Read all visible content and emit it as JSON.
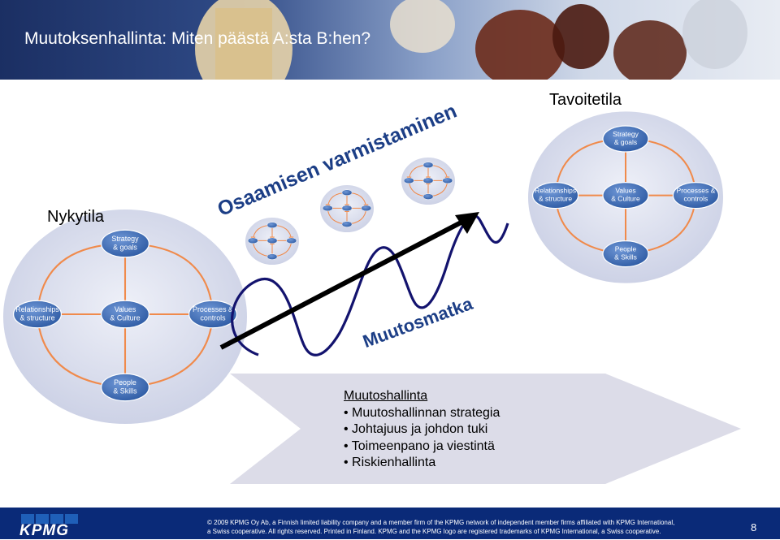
{
  "header": {
    "title": "Muutoksenhallinta: Miten päästä A:sta B:hen?"
  },
  "labels": {
    "current_state": "Nykytila",
    "target_state": "Tavoitetila",
    "competence_assurance": "Osaamisen varmistaminen",
    "change_journey": "Muutosmatka"
  },
  "model": {
    "strategy": [
      "Strategy",
      "& goals"
    ],
    "relationships": [
      "Relationships",
      "& structure"
    ],
    "values": [
      "Values",
      "& Culture"
    ],
    "processes": [
      "Processes &",
      "controls"
    ],
    "people": [
      "People",
      "& Skills"
    ]
  },
  "change_management": {
    "heading": "Muutoshallinta",
    "items": [
      "Muutoshallinnan strategia",
      "Johtajuus ja johdon tuki",
      "Toimeenpano ja viestintä",
      "Riskienhallinta"
    ]
  },
  "footer": {
    "logo": "KPMG",
    "copyright_line1": "© 2009 KPMG Oy Ab, a Finnish limited liability company and a member firm of the KPMG network of independent member firms affiliated with KPMG International,",
    "copyright_line2": "a Swiss cooperative. All rights reserved. Printed in Finland. KPMG and the KPMG logo are registered trademarks of KPMG International, a Swiss cooperative.",
    "page_number": "8"
  },
  "colors": {
    "brand_dark": "#0a2a78",
    "node_blue": "#3c6bb5",
    "circle_fill": "#dcdfee",
    "arrow_fill": "#dcdce8",
    "wave": "#13136e",
    "rotated_text": "#1c3e86"
  }
}
